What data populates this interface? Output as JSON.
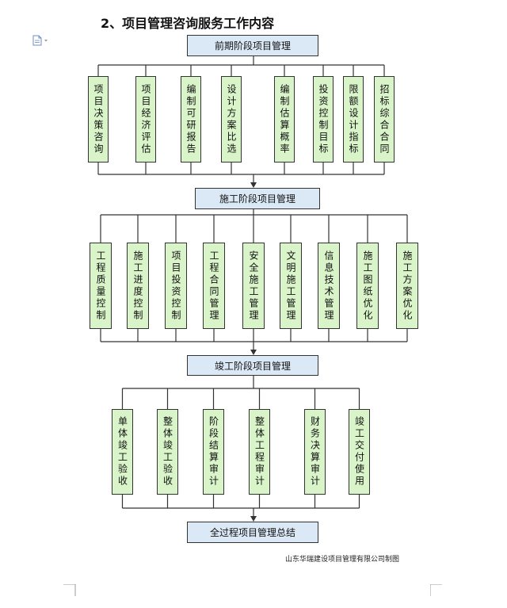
{
  "title": "2、项目管理咨询服务工作内容",
  "stages": [
    {
      "label": "前期阶段项目管理"
    },
    {
      "label": "施工阶段项目管理"
    },
    {
      "label": "竣工阶段项目管理"
    },
    {
      "label": "全过程项目管理总结"
    }
  ],
  "groups": [
    {
      "items": [
        "项目决策咨询",
        "项目经济评估",
        "编制可研报告",
        "设计方案比选",
        "编制估算概率",
        "投资控制目标",
        "限额设计指标",
        "招标综合合同"
      ]
    },
    {
      "items": [
        "工程质量控制",
        "施工进度控制",
        "项目投资控制",
        "工程合同管理",
        "安全施工管理",
        "文明施工管理",
        "信息技术管理",
        "施工图纸优化",
        "施工方案优化"
      ]
    },
    {
      "items": [
        "单体竣工验收",
        "整体竣工验收",
        "阶段结算审计",
        "整体工程审计",
        "财务决算审计",
        "竣工交付使用"
      ]
    }
  ],
  "footer": {
    "credit": "山东华瑞建设项目管理有限公司制图"
  },
  "colors": {
    "stage_fill": "#dbe9f7",
    "item_fill": "#d8f4c8",
    "line": "#333333"
  },
  "icons": {
    "doc": "document-icon"
  }
}
